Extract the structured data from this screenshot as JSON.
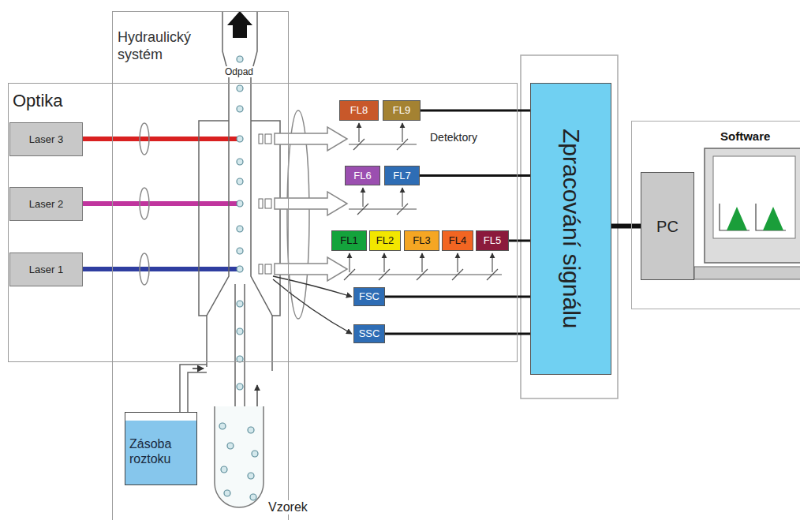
{
  "diagram": {
    "nodes": [
      {
        "text": [
          "Hydraulický systém"
        ]
      },
      {
        "text": [
          "Optika"
        ]
      },
      {
        "text": [
          "Laser 3"
        ],
        "in": 1
      },
      {
        "text": [
          "Laser 2"
        ],
        "in": 1
      },
      {
        "text": [
          "Laser 1"
        ],
        "in": 1
      },
      {
        "text": [
          "FL8"
        ],
        "in": 1
      },
      {
        "text": [
          "FL9"
        ],
        "in": 1
      },
      {
        "text": [
          "FL6"
        ],
        "in": 1
      },
      {
        "text": [
          "FL7"
        ],
        "in": 1
      },
      {
        "text": [
          "FL1"
        ],
        "in": 1
      },
      {
        "text": [
          "FL2"
        ],
        "in": 1
      },
      {
        "text": [
          "FL3"
        ],
        "in": 1
      },
      {
        "text": [
          "FL4"
        ],
        "in": 1
      },
      {
        "text": [
          "FL5"
        ],
        "in": 1
      },
      {
        "text": [
          "FSC"
        ],
        "in": 1
      },
      {
        "text": [
          "SSC"
        ],
        "in": 1
      },
      {
        "text": [
          "Zpracování signálu"
        ]
      },
      {
        "text": [
          "Software"
        ]
      },
      {
        "text": [
          "PC"
        ],
        "in": 17
      },
      {
        "text": [
          "Zásoba roztoku"
        ],
        "in": 0
      }
    ],
    "edges": [
      {
        "from": 6,
        "to": 16,
        "arrow": "none"
      },
      {
        "from": 8,
        "to": 16,
        "arrow": "none"
      },
      {
        "from": 13,
        "to": 16,
        "arrow": "none"
      },
      {
        "from": 14,
        "to": 16,
        "arrow": "none"
      },
      {
        "from": 15,
        "to": 16,
        "arrow": "none"
      },
      {
        "from": 16,
        "to": 18,
        "arrow": "none"
      }
    ],
    "labels": [
      "Odpad",
      "Detektory",
      "Vzorek"
    ]
  }
}
